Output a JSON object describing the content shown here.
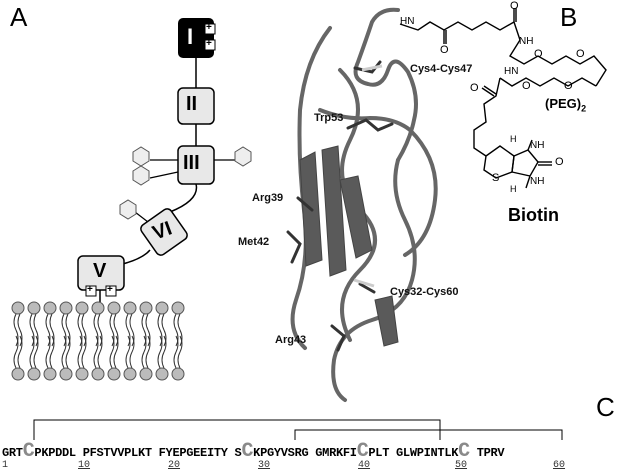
{
  "panels": {
    "a": "A",
    "b": "B",
    "c": "C"
  },
  "panel_a": {
    "domains": [
      "I",
      "II",
      "III",
      "VI",
      "V"
    ],
    "charge_symbol": "+"
  },
  "panel_b": {
    "atoms": {
      "nh": "H",
      "n": "N",
      "o": "O",
      "s": "S"
    },
    "peg_label": "(PEG)",
    "peg_subscript": "2",
    "biotin_label": "Biotin"
  },
  "structure_labels": {
    "cys4_cys47": "Cys4-Cys47",
    "trp53": "Trp53",
    "arg39": "Arg39",
    "met42": "Met42",
    "cys32_cys60": "Cys32-Cys60",
    "arg43": "Arg43"
  },
  "sequence": {
    "segments": [
      "GRT",
      "C",
      "PKPDDL PFSTVVPLKT FYEPGEEITY S",
      "C",
      "KPGYVSRG GMRKFI",
      "C",
      "PLT GLWPINTLK",
      "C",
      " TPRV"
    ],
    "ticks": [
      "1",
      "10",
      "20",
      "30",
      "40",
      "50",
      "60"
    ]
  },
  "colors": {
    "domain_fill": "#e8e8e8",
    "domain_dark": "#000000",
    "ribbon": "#6e6e6e",
    "cys_highlight": "#8a8a8a"
  }
}
